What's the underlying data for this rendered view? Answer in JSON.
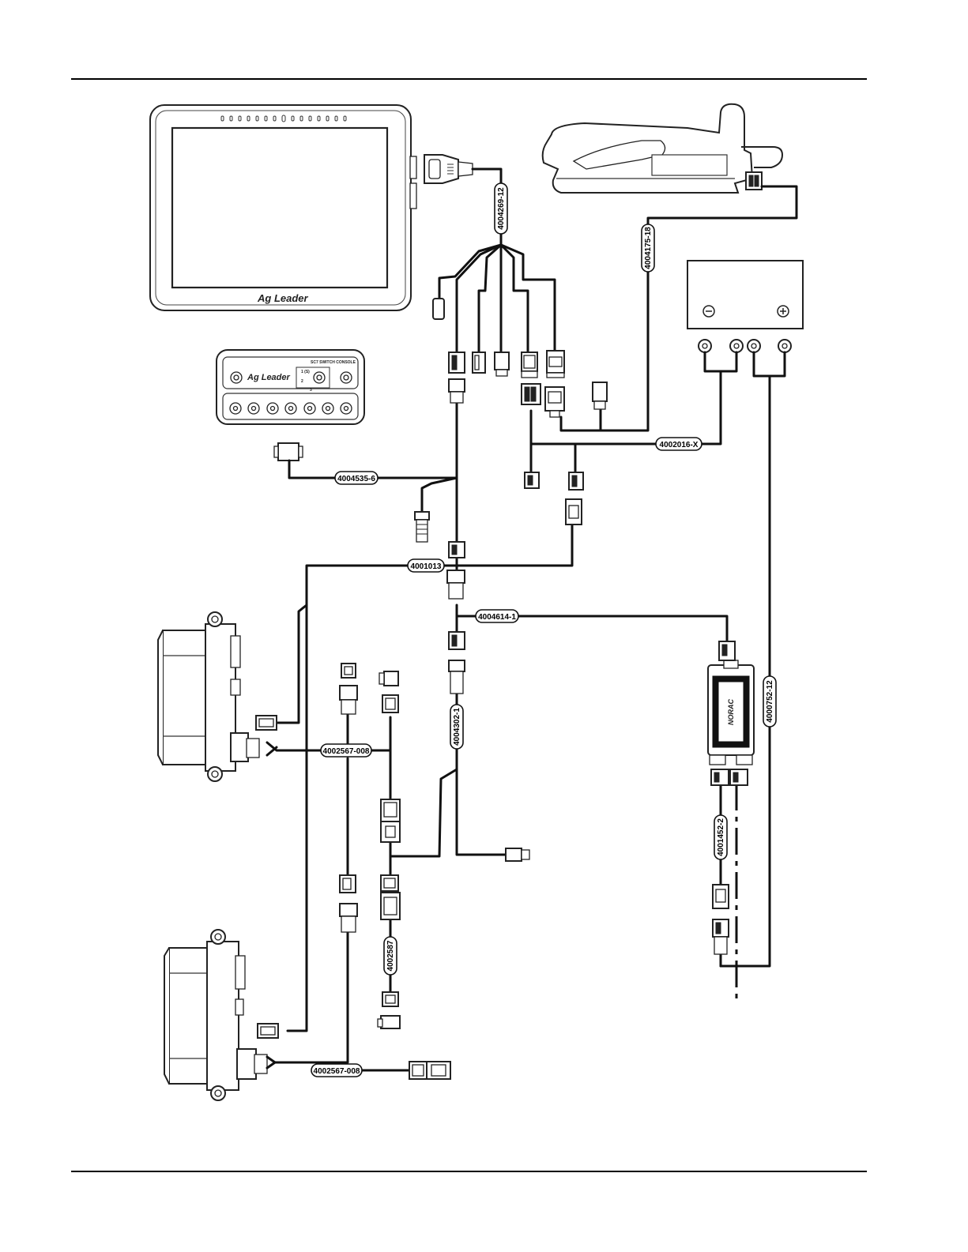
{
  "brand": {
    "display_logo": "Ag Leader",
    "switch_console_logo": "Ag Leader",
    "switch_console_title": "SC7 SWITCH CONSOLE",
    "switch_console_mode1": "1 (S)",
    "switch_console_mode2": "2",
    "switch_console_mode3": "3",
    "norac_logo": "NORAC"
  },
  "cable_labels": {
    "c4004269_12": "4004269-12",
    "c4004175_18": "4004175-18",
    "c4002016_x": "4002016-X",
    "c4004535_6": "4004535-6",
    "c4001013": "4001013",
    "c4004614_1": "4004614-1",
    "c4000752_12": "4000752-12",
    "c4002567_008_a": "4002567-008",
    "c4004302_1": "4004302-1",
    "c4001452_2": "4001452-2",
    "c4002587": "4002587",
    "c4002567_008_b": "4002567-008"
  },
  "icons": {
    "battery_negative": "−",
    "battery_positive": "+"
  }
}
